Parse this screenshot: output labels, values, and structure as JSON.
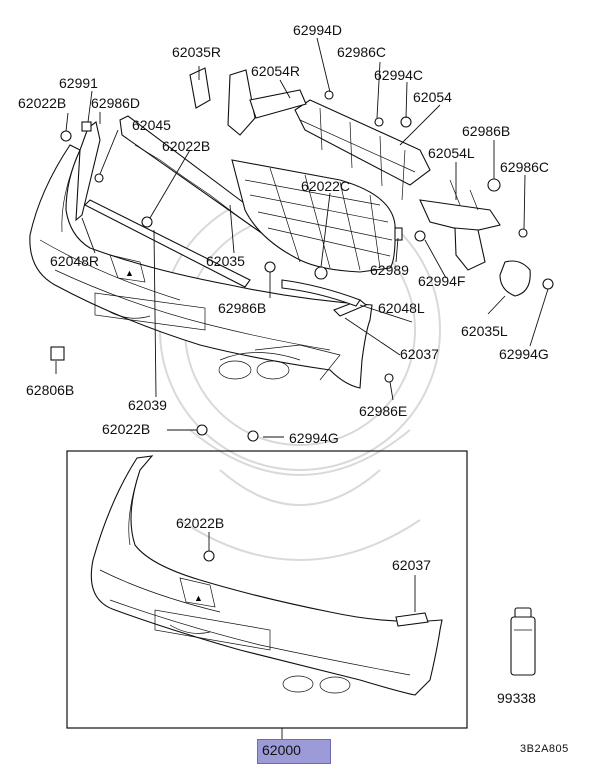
{
  "diagram_id": "3B2A805",
  "highlighted_part": "62000",
  "callouts": [
    {
      "id": "c-62994D",
      "number": "62994D"
    },
    {
      "id": "c-62035R",
      "number": "62035R"
    },
    {
      "id": "c-62986C-top",
      "number": "62986C"
    },
    {
      "id": "c-62054R",
      "number": "62054R"
    },
    {
      "id": "c-62994C",
      "number": "62994C"
    },
    {
      "id": "c-62991",
      "number": "62991"
    },
    {
      "id": "c-62022B-left",
      "number": "62022B"
    },
    {
      "id": "c-62986D",
      "number": "62986D"
    },
    {
      "id": "c-62054",
      "number": "62054"
    },
    {
      "id": "c-62045",
      "number": "62045"
    },
    {
      "id": "c-62022B-mid",
      "number": "62022B"
    },
    {
      "id": "c-62986B-top",
      "number": "62986B"
    },
    {
      "id": "c-62054L",
      "number": "62054L"
    },
    {
      "id": "c-62986C-right",
      "number": "62986C"
    },
    {
      "id": "c-62022C",
      "number": "62022C"
    },
    {
      "id": "c-62048R",
      "number": "62048R"
    },
    {
      "id": "c-62035",
      "number": "62035"
    },
    {
      "id": "c-62989",
      "number": "62989"
    },
    {
      "id": "c-62994F",
      "number": "62994F"
    },
    {
      "id": "c-62986B-mid",
      "number": "62986B"
    },
    {
      "id": "c-62048L",
      "number": "62048L"
    },
    {
      "id": "c-62035L",
      "number": "62035L"
    },
    {
      "id": "c-62037-top",
      "number": "62037"
    },
    {
      "id": "c-62994G-right",
      "number": "62994G"
    },
    {
      "id": "c-62806B",
      "number": "62806B"
    },
    {
      "id": "c-62039",
      "number": "62039"
    },
    {
      "id": "c-62986E",
      "number": "62986E"
    },
    {
      "id": "c-62022B-bottom",
      "number": "62022B"
    },
    {
      "id": "c-62994G-bottom",
      "number": "62994G"
    },
    {
      "id": "c-62022B-box",
      "number": "62022B"
    },
    {
      "id": "c-62037-box",
      "number": "62037"
    },
    {
      "id": "c-99338",
      "number": "99338"
    },
    {
      "id": "c-62000",
      "number": "62000"
    }
  ]
}
